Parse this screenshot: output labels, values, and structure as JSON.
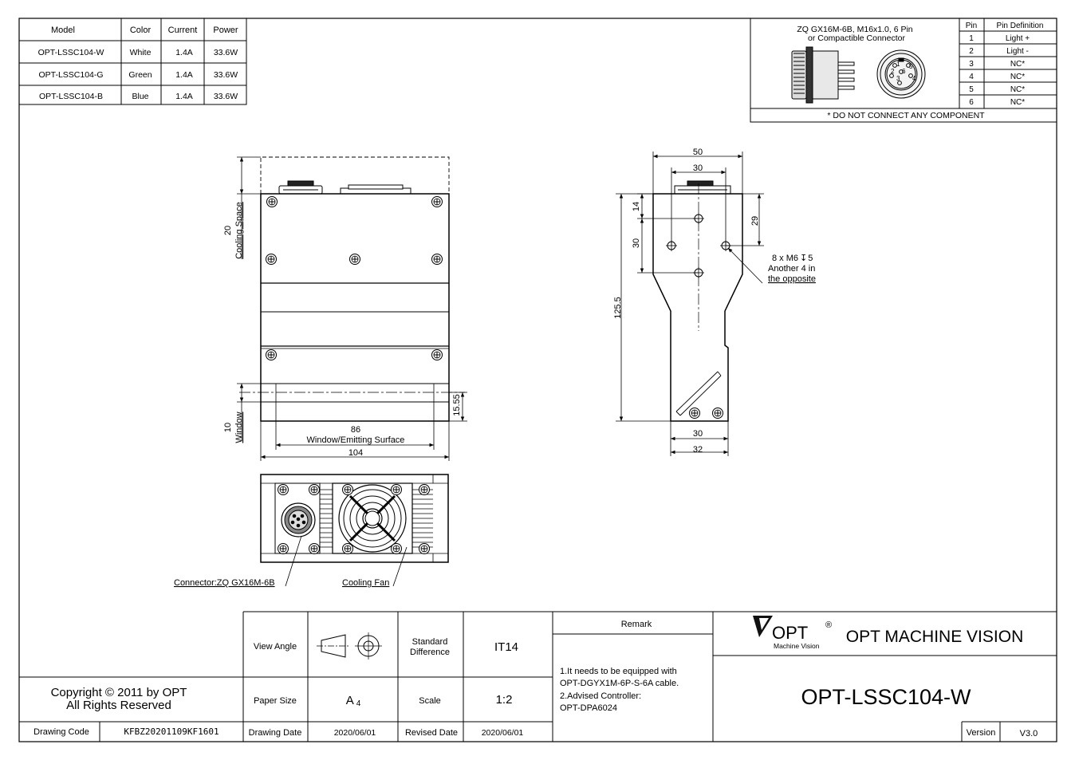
{
  "model_table": {
    "headers": [
      "Model",
      "Color",
      "Current",
      "Power"
    ],
    "rows": [
      [
        "OPT-LSSC104-W",
        "White",
        "1.4A",
        "33.6W"
      ],
      [
        "OPT-LSSC104-G",
        "Green",
        "1.4A",
        "33.6W"
      ],
      [
        "OPT-LSSC104-B",
        "Blue",
        "1.4A",
        "33.6W"
      ]
    ]
  },
  "connector_box": {
    "title_line1": "ZQ GX16M-6B, M16x1.0, 6 Pin",
    "title_line2": "or Compactible Connector",
    "pin_headers": [
      "Pin",
      "Pin Definition"
    ],
    "pins": [
      [
        "1",
        "Light +"
      ],
      [
        "2",
        "Light -"
      ],
      [
        "3",
        "NC*"
      ],
      [
        "4",
        "NC*"
      ],
      [
        "5",
        "NC*"
      ],
      [
        "6",
        "NC*"
      ]
    ],
    "footnote": "* DO NOT CONNECT ANY COMPONENT",
    "pin_numbers": [
      "1",
      "2",
      "3",
      "4",
      "5",
      "6"
    ]
  },
  "front_view": {
    "cooling_value": "20",
    "cooling_label": "Cooling Space",
    "window_value": "10",
    "window_label": "Window",
    "dim_15_55": "15.55",
    "dim_86": "86",
    "window_emitting_label": "Window/Emitting Surface",
    "dim_104": "104"
  },
  "side_view": {
    "dim_50": "50",
    "dim_30_top": "30",
    "dim_14": "14",
    "dim_30_left": "30",
    "dim_125_5": "125.5",
    "dim_29": "29",
    "hole_note_1": "8 x M6",
    "hole_note_depth": "5",
    "hole_note_2": "Another 4 in",
    "hole_note_3": "the opposite",
    "dim_30_bottom": "30",
    "dim_32": "32"
  },
  "bottom_view": {
    "connector_callout": "Connector:ZQ GX16M-6B",
    "fan_callout": "Cooling Fan"
  },
  "title_block": {
    "copyright_line1": "Copyright © 2011 by OPT",
    "copyright_line2": "All Rights Reserved",
    "drawing_code_label": "Drawing Code",
    "drawing_code": "KFBZ20201109KF1601",
    "view_angle_label": "View Angle",
    "standard_difference_label_1": "Standard",
    "standard_difference_label_2": "Difference",
    "standard_difference": "IT14",
    "paper_size_label": "Paper Size",
    "paper_size": "A",
    "paper_size_sub": "4",
    "scale_label": "Scale",
    "scale": "1:2",
    "drawing_date_label": "Drawing Date",
    "drawing_date": "2020/06/01",
    "revised_date_label": "Revised Date",
    "revised_date": "2020/06/01",
    "remark_label": "Remark",
    "remarks": [
      "1.It needs to be equipped with",
      "OPT-DGYX1M-6P-S-6A cable.",
      "2.Advised Controller:",
      "OPT-DPA6024"
    ],
    "logo_text": "OPT",
    "logo_registered": "®",
    "logo_subtitle": "Machine Vision",
    "company": "OPT MACHINE VISION",
    "part_number": "OPT-LSSC104-W",
    "version_label": "Version",
    "version": "V3.0"
  }
}
